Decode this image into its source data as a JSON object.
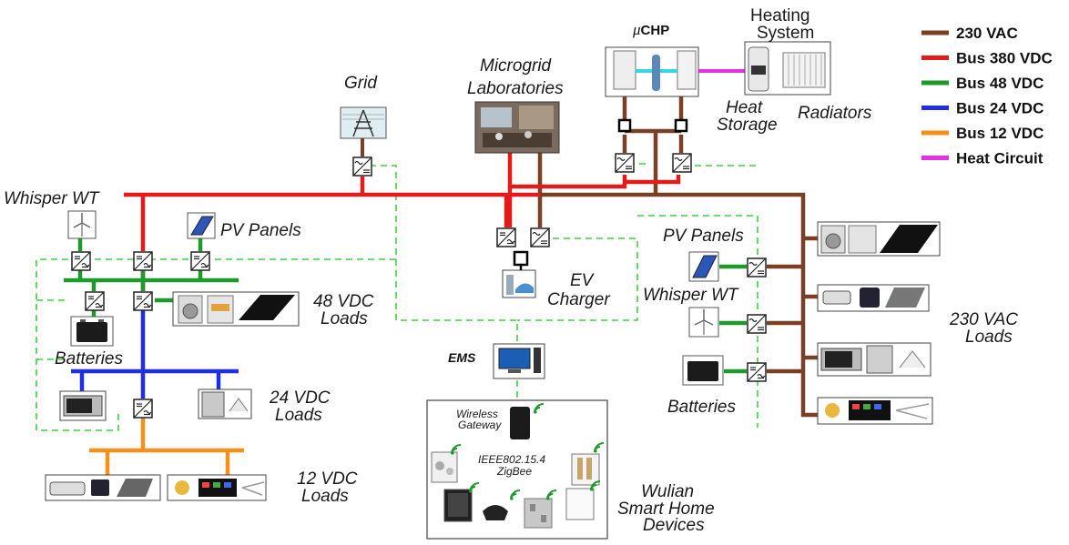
{
  "labels": {
    "grid": "Grid",
    "microgrid_line1": "Microgrid",
    "microgrid_line2": "Laboratories",
    "uchp_mu": "μ",
    "uchp_rest": "CHP",
    "heating_line1": "Heating",
    "heating_line2": "System",
    "heat_storage_line1": "Heat",
    "heat_storage_line2": "Storage",
    "radiators": "Radiators",
    "whisper_wt_left": "Whisper WT",
    "pv_panels_left": "PV Panels",
    "loads_48_line1": "48 VDC",
    "loads_48_line2": "Loads",
    "batteries_left": "Batteries",
    "loads_24_line1": "24 VDC",
    "loads_24_line2": "Loads",
    "loads_12_line1": "12 VDC",
    "loads_12_line2": "Loads",
    "ev_line1": "EV",
    "ev_line2": "Charger",
    "ems": "EMS",
    "pv_panels_right": "PV Panels",
    "whisper_wt_right": "Whisper WT",
    "batteries_right": "Batteries",
    "loads_230_line1": "230 VAC",
    "loads_230_line2": "Loads",
    "wireless_line1": "Wireless",
    "wireless_line2": "Gateway",
    "zigbee_line1": "IEEE802.15.4",
    "zigbee_line2": "ZigBee",
    "wulian_line1": "Wulian",
    "wulian_line2": "Smart Home",
    "wulian_line3": "Devices"
  },
  "legend": [
    {
      "label": "230 VAC",
      "color": "#7a4026"
    },
    {
      "label": "Bus 380 VDC",
      "color": "#e41b1b"
    },
    {
      "label": "Bus 48 VDC",
      "color": "#1e9a2c"
    },
    {
      "label": "Bus 24 VDC",
      "color": "#1f2fe0"
    },
    {
      "label": "Bus 12 VDC",
      "color": "#f5901a"
    },
    {
      "label": "Heat Circuit",
      "color": "#e52ee5"
    }
  ],
  "colors": {
    "ac": "#7a4026",
    "dc380": "#e41b1b",
    "dc48": "#1e9a2c",
    "dc24": "#1f2fe0",
    "dc12": "#f5901a",
    "heat": "#e52ee5",
    "comm": "#3fd13f",
    "chp_gas": "#33d6e6"
  },
  "icons": {
    "converter": "converter-icon",
    "wind_turbine": "wind-turbine-icon",
    "solar_panel": "solar-panel-icon",
    "battery": "battery-icon",
    "wifi": "wifi-signal-icon",
    "grid_tower": "transmission-tower-icon",
    "computer": "computer-icon"
  }
}
